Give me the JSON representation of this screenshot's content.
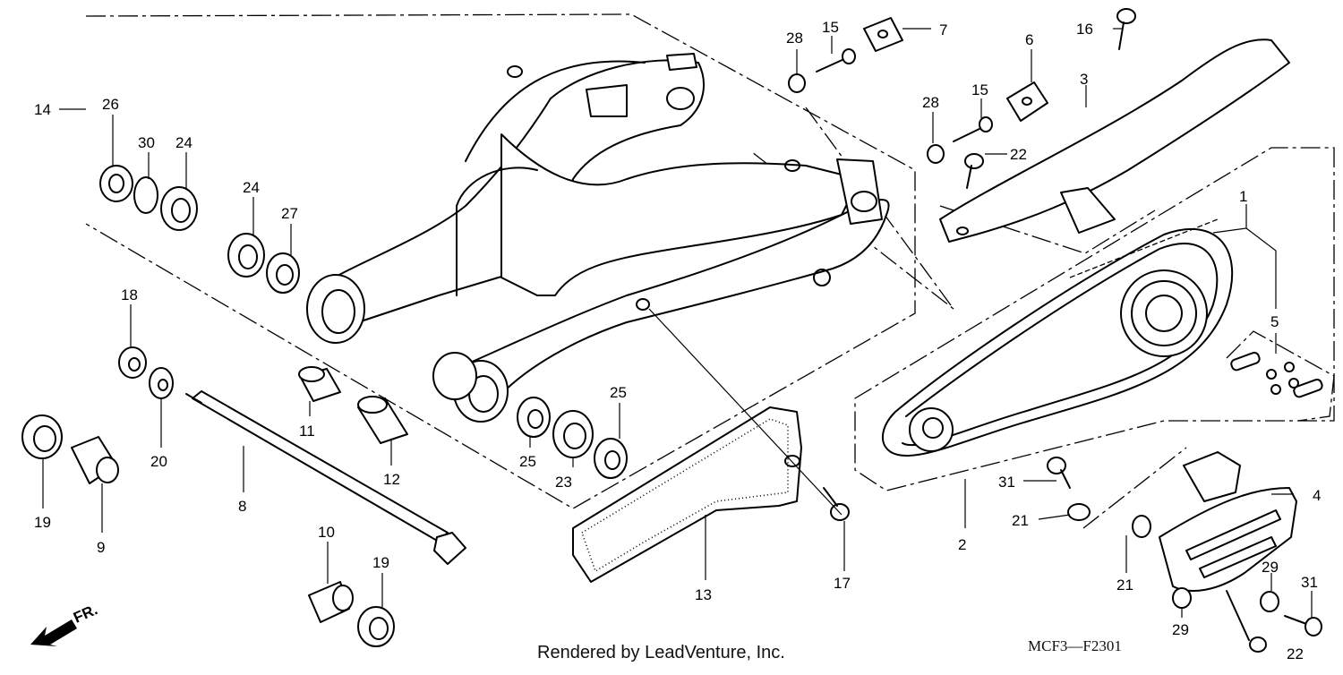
{
  "diagram": {
    "credit": "Rendered by LeadVenture, Inc.",
    "code": "MCF3—F2301",
    "direction_label": "FR.",
    "direction_icon": "front-arrow-icon",
    "callouts": [
      "1",
      "2",
      "3",
      "4",
      "5",
      "6",
      "7",
      "8",
      "9",
      "10",
      "11",
      "12",
      "13",
      "14",
      "15",
      "15",
      "16",
      "17",
      "18",
      "19",
      "19",
      "20",
      "21",
      "21",
      "22",
      "22",
      "23",
      "24",
      "24",
      "25",
      "25",
      "26",
      "27",
      "28",
      "28",
      "29",
      "29",
      "30",
      "31",
      "31"
    ]
  }
}
